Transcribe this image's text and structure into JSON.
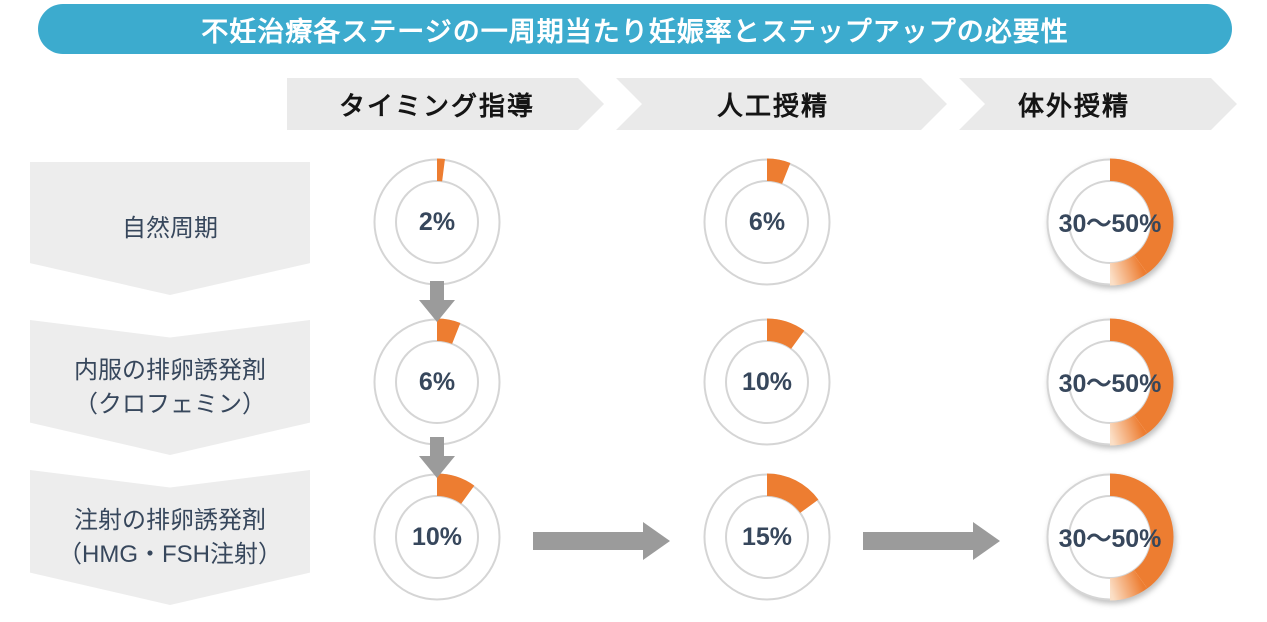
{
  "title": "不妊治療各ステージの一周期当たり妊娠率とステップアップの必要性",
  "stages": [
    {
      "label": "タイミング指導"
    },
    {
      "label": "人工授精"
    },
    {
      "label": "体外授精"
    }
  ],
  "rows": [
    {
      "label_line1": "自然周期",
      "label_line2": ""
    },
    {
      "label_line1": "内服の排卵誘発剤",
      "label_line2": "（クロフェミン）"
    },
    {
      "label_line1": "注射の排卵誘発剤",
      "label_line2": "（HMG・FSH注射）"
    }
  ],
  "donuts": [
    {
      "row": 0,
      "col": 0,
      "label": "2%",
      "segments": [
        {
          "from": 0,
          "to": 2,
          "style": "solid"
        }
      ]
    },
    {
      "row": 0,
      "col": 1,
      "label": "6%",
      "segments": [
        {
          "from": 0,
          "to": 6,
          "style": "solid"
        }
      ]
    },
    {
      "row": 0,
      "col": 2,
      "label": "30～50%",
      "segments": [
        {
          "from": 0,
          "to": 40,
          "style": "solid"
        },
        {
          "from": 40,
          "to": 50,
          "style": "fade"
        }
      ]
    },
    {
      "row": 1,
      "col": 0,
      "label": "6%",
      "segments": [
        {
          "from": 0,
          "to": 6,
          "style": "solid"
        }
      ]
    },
    {
      "row": 1,
      "col": 1,
      "label": "10%",
      "segments": [
        {
          "from": 0,
          "to": 10,
          "style": "solid"
        }
      ]
    },
    {
      "row": 1,
      "col": 2,
      "label": "30～50%",
      "segments": [
        {
          "from": 0,
          "to": 40,
          "style": "solid"
        },
        {
          "from": 40,
          "to": 50,
          "style": "fade"
        }
      ]
    },
    {
      "row": 2,
      "col": 0,
      "label": "10%",
      "segments": [
        {
          "from": 0,
          "to": 10,
          "style": "solid"
        }
      ]
    },
    {
      "row": 2,
      "col": 1,
      "label": "15%",
      "segments": [
        {
          "from": 0,
          "to": 15,
          "style": "solid"
        }
      ]
    },
    {
      "row": 2,
      "col": 2,
      "label": "30～50%",
      "segments": [
        {
          "from": 0,
          "to": 40,
          "style": "solid"
        },
        {
          "from": 40,
          "to": 50,
          "style": "fade"
        }
      ]
    }
  ],
  "colors": {
    "banner_blue": "#3CABCE",
    "orange": "#ED7D31",
    "orange_fade_end": "#FBDFC6",
    "ring_gray": "#D5D5D5",
    "arrow_gray": "#9B9B9B",
    "band_gray": "#EAEAEA",
    "label_gray": "#EDEDED",
    "text_navy": "#37475C"
  },
  "chart_data": {
    "type": "pie",
    "variant": "donut_grid",
    "title": "不妊治療各ステージの一周期当たり妊娠率とステップアップの必要性",
    "columns": [
      "タイミング指導",
      "人工授精",
      "体外授精"
    ],
    "rows": [
      "自然周期",
      "内服の排卵誘発剤（クロフェミン）",
      "注射の排卵誘発剤（HMG・FSH注射）"
    ],
    "values": [
      [
        "2%",
        "6%",
        "30～50%"
      ],
      [
        "6%",
        "10%",
        "30～50%"
      ],
      [
        "10%",
        "15%",
        "30～50%"
      ]
    ],
    "donut_fill_percent": [
      [
        2,
        6,
        [
          30,
          50
        ]
      ],
      [
        6,
        10,
        [
          30,
          50
        ]
      ],
      [
        10,
        15,
        [
          30,
          50
        ]
      ]
    ],
    "legend_position": "none",
    "step_up_arrows": [
      {
        "direction": "down",
        "from": "タイミング指導 × 自然周期",
        "to": "タイミング指導 × 内服の排卵誘発剤"
      },
      {
        "direction": "down",
        "from": "タイミング指導 × 内服の排卵誘発剤",
        "to": "タイミング指導 × 注射の排卵誘発剤"
      },
      {
        "direction": "right",
        "from": "注射の排卵誘発剤 × タイミング指導",
        "to": "注射の排卵誘発剤 × 人工授精"
      },
      {
        "direction": "right",
        "from": "注射の排卵誘発剤 × 人工授精",
        "to": "注射の排卵誘発剤 × 体外授精"
      }
    ]
  }
}
